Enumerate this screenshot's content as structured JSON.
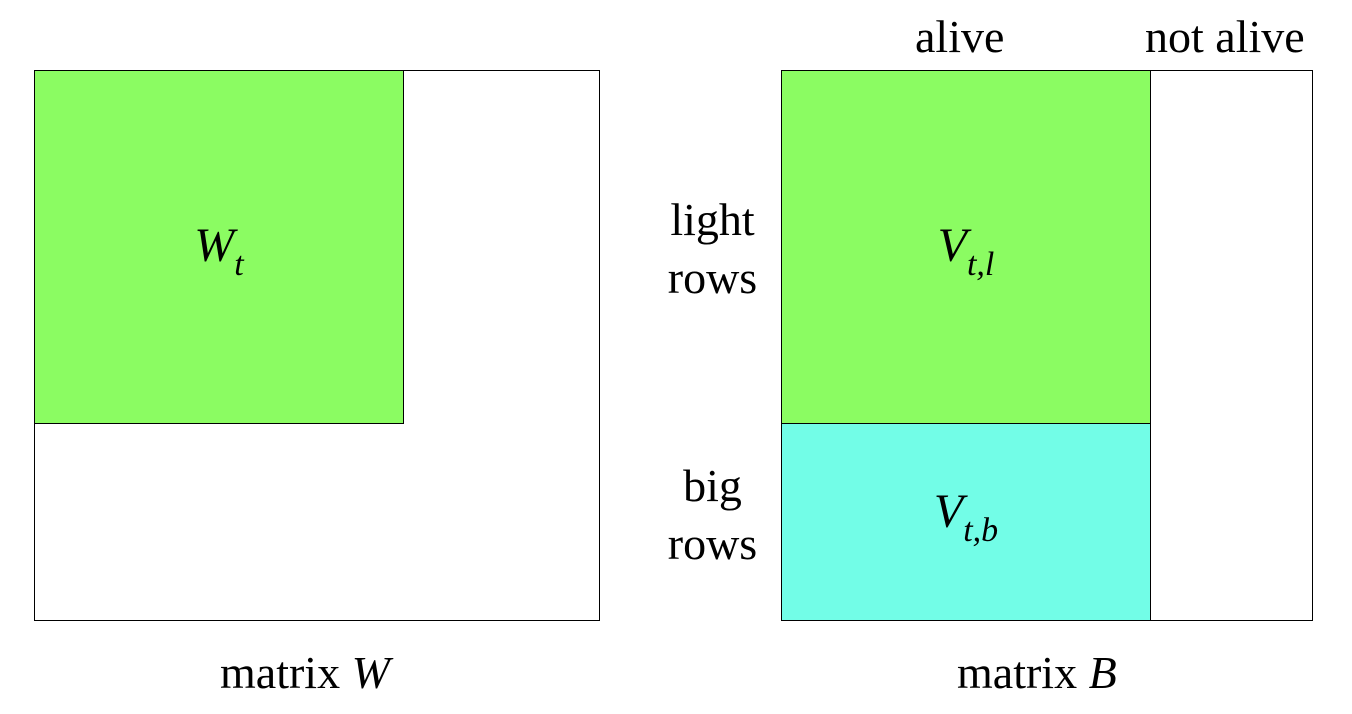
{
  "colors": {
    "green": "#8bfc62",
    "cyan": "#72fde7",
    "border": "#000000"
  },
  "left_matrix": {
    "block_label_main": "W",
    "block_label_sub": "t",
    "caption_prefix": "matrix",
    "caption_var": "W"
  },
  "right_matrix": {
    "column_labels": {
      "alive": "alive",
      "not_alive": "not alive"
    },
    "row_labels": {
      "light_line1": "light",
      "light_line2": "rows",
      "big_line1": "big",
      "big_line2": "rows"
    },
    "block_top_label_main": "V",
    "block_top_label_sub": "t,l",
    "block_bottom_label_main": "V",
    "block_bottom_label_sub": "t,b",
    "caption_prefix": "matrix",
    "caption_var": "B"
  }
}
